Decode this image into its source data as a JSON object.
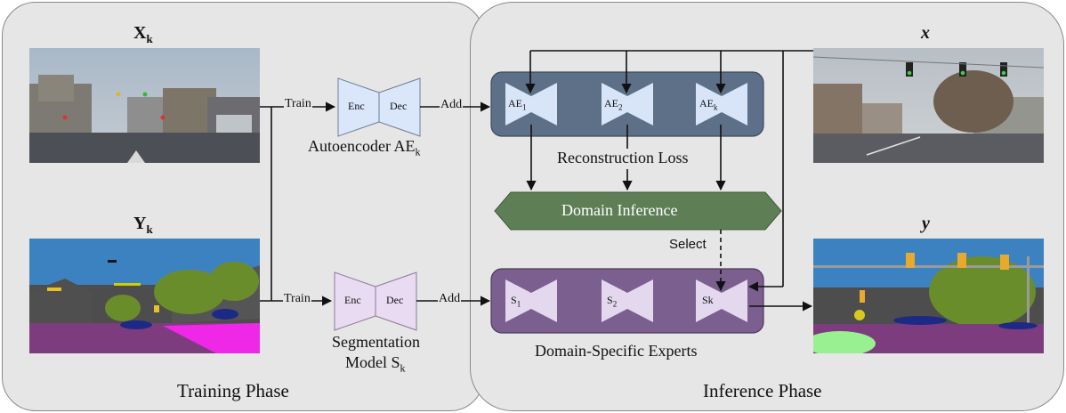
{
  "training": {
    "phase_label": "Training Phase",
    "x_label": "X",
    "x_sub": "k",
    "y_label": "Y",
    "y_sub": "k",
    "train_top": "Train",
    "train_bottom": "Train",
    "add_top": "Add",
    "add_bottom": "Add",
    "ae_caption": "Autoencoder AE",
    "ae_caption_sub": "k",
    "seg_caption_line1": "Segmentation",
    "seg_caption_line2": "Model S",
    "seg_caption_sub": "k",
    "enc": "Enc",
    "dec": "Dec"
  },
  "inference": {
    "phase_label": "Inference Phase",
    "x_label": "x",
    "y_label": "y",
    "recon_loss": "Reconstruction Loss",
    "domain_inference": "Domain Inference",
    "select": "Select",
    "experts_caption": "Domain-Specific Experts",
    "ae_items": [
      {
        "main": "AE",
        "sub": "1"
      },
      {
        "main": "AE",
        "sub": "2"
      },
      {
        "main": "AE",
        "sub": "k"
      }
    ],
    "s_items": [
      {
        "main": "S",
        "sub": "1"
      },
      {
        "main": "S",
        "sub": "2"
      },
      {
        "main": "Sk",
        "sub": ""
      }
    ]
  },
  "colors": {
    "panel_bg": "#e6e6e6",
    "ae_container": "#5d7088",
    "ae_shape": "#d8e5f8",
    "seg_container": "#7b5f8e",
    "seg_shape": "#e4d8ee",
    "domain_inference": "#5e7f56",
    "enc_dec_blue": "#dae6fa",
    "enc_dec_purple": "#e8dbf2"
  }
}
